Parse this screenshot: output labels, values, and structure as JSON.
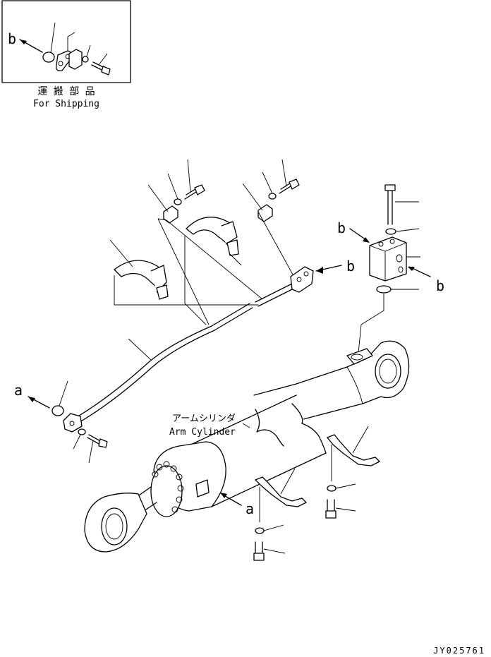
{
  "shipping_box": {
    "title_jp": "運 搬 部 品",
    "title_en": "For Shipping",
    "arrow_letter": "b"
  },
  "callouts": {
    "arm_cylinder_jp": "アームシリンダ",
    "arm_cylinder_en": "Arm Cylinder",
    "a": "a",
    "b": "b"
  },
  "drawing_code": "JY025761"
}
